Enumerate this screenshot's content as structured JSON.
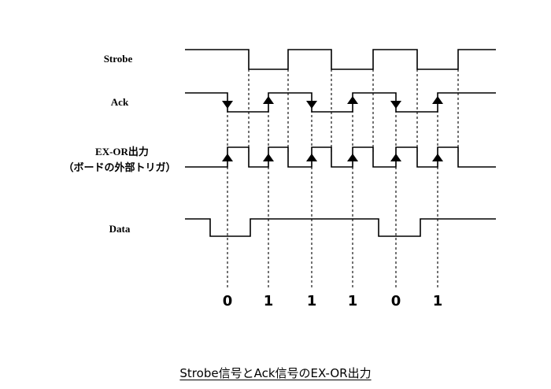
{
  "signals": {
    "strobe": "Strobe",
    "ack": "Ack",
    "exor_line1": "EX-OR出力",
    "exor_line2": "（ボードの外部トリガ）",
    "data": "Data"
  },
  "bits": [
    "0",
    "1",
    "1",
    "1",
    "0",
    "1"
  ],
  "caption": "Strobe信号とAck信号のEX-OR出力"
}
